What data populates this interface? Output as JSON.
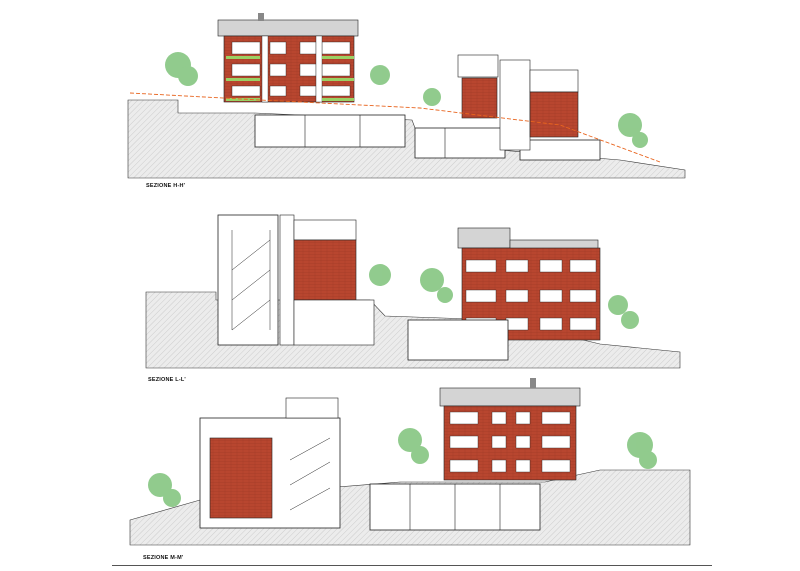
{
  "sections": [
    {
      "id": "hh",
      "caption": "SEZIONE H-H'"
    },
    {
      "id": "ll",
      "caption": "SEZIONE L-L'"
    },
    {
      "id": "mm",
      "caption": "SEZIONE M-M'"
    }
  ],
  "colors": {
    "brick": "#b8462f",
    "brick_dark": "#8f3322",
    "roof": "#d4d4d4",
    "ground": "#e6e6e6",
    "ground_hatch": "#c8c8c8",
    "tree": "#7ec27a",
    "planter": "#9ad064",
    "line": "#222222",
    "slope_line": "#e8641e"
  }
}
